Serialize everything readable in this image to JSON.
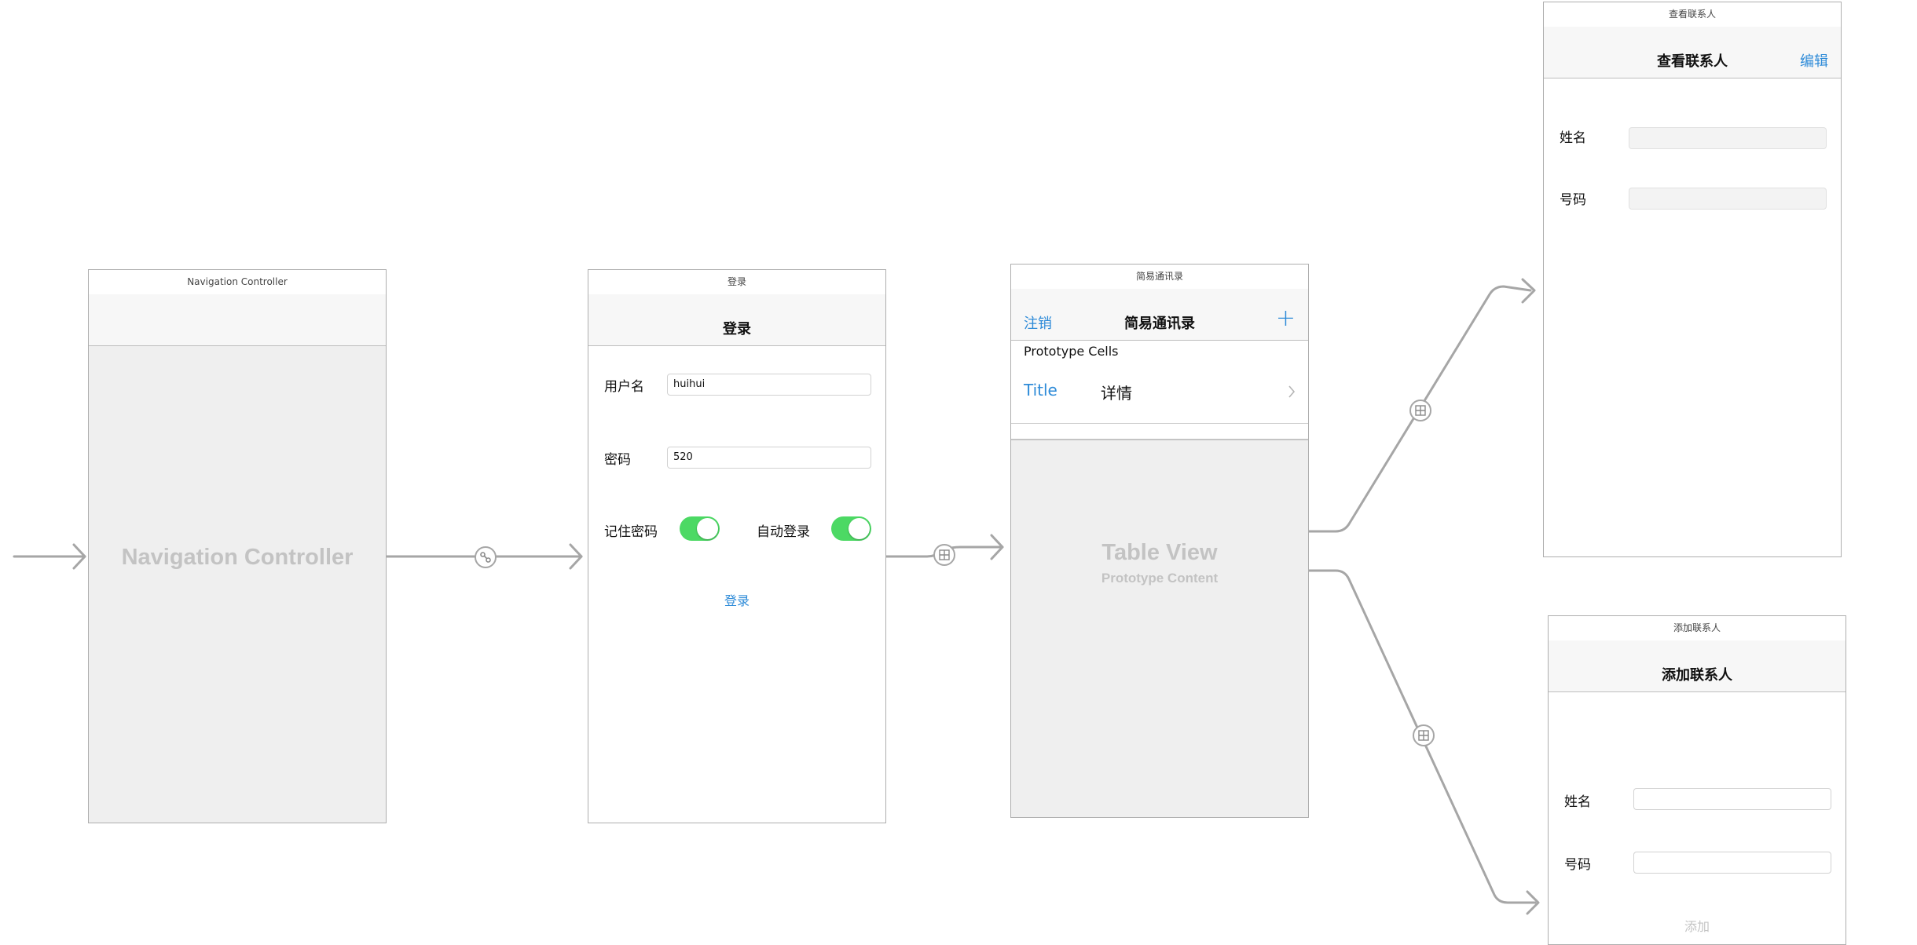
{
  "scenes": {
    "nav": {
      "header": "Navigation Controller",
      "placeholder": "Navigation Controller"
    },
    "login": {
      "header": "登录",
      "nav_title": "登录",
      "username_label": "用户名",
      "username_value": "huihui",
      "password_label": "密码",
      "password_value": "520",
      "remember_label": "记住密码",
      "autologin_label": "自动登录",
      "login_button": "登录"
    },
    "contacts": {
      "header": "简易通讯录",
      "nav_title": "简易通讯录",
      "logout_button": "注销",
      "add_button": "+",
      "prototype_cells": "Prototype Cells",
      "cell_title": "Title",
      "cell_detail": "详情",
      "table_placeholder": "Table View",
      "table_sub": "Prototype Content"
    },
    "view_contact": {
      "header": "查看联系人",
      "nav_title": "查看联系人",
      "edit_button": "编辑",
      "name_label": "姓名",
      "phone_label": "号码"
    },
    "add_contact": {
      "header": "添加联系人",
      "nav_title": "添加联系人",
      "name_label": "姓名",
      "phone_label": "号码",
      "add_button": "添加"
    }
  },
  "colors": {
    "accent": "#2e8bd8",
    "switch_on": "#4cd964",
    "connector": "#a6a6a6"
  }
}
